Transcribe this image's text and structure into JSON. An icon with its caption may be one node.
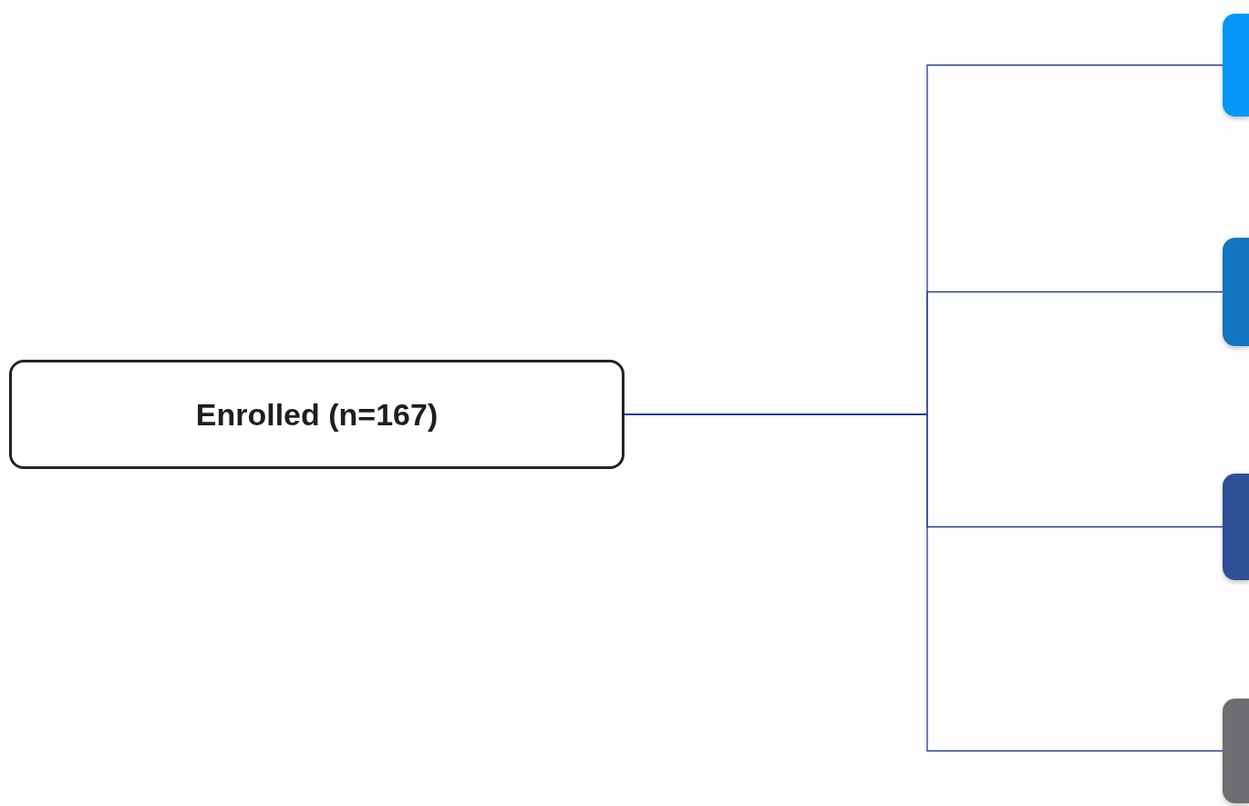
{
  "diagram": {
    "nodes": [
      {
        "text": [
          "Enrolled (n=167)"
        ]
      },
      {
        "text": [],
        "shape": "box"
      },
      {
        "text": [],
        "shape": "box"
      },
      {
        "text": [],
        "shape": "box"
      },
      {
        "text": [],
        "shape": "box"
      }
    ],
    "edges": [
      {
        "from": 0,
        "to": 1,
        "arrow": "none"
      },
      {
        "from": 0,
        "to": 2,
        "arrow": "none"
      },
      {
        "from": 0,
        "to": 3,
        "arrow": "none"
      },
      {
        "from": 0,
        "to": 4,
        "arrow": "none"
      }
    ]
  }
}
